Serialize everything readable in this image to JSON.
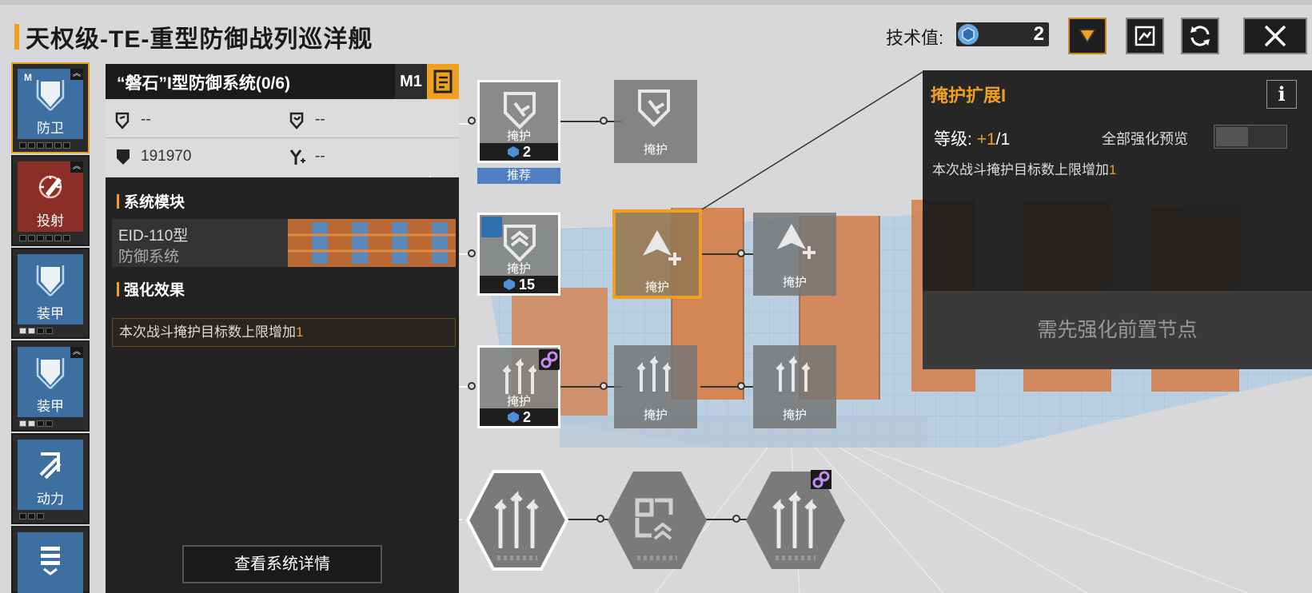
{
  "header": {
    "title": "天权级-TE-重型防御战列巡洋舰",
    "tech_label": "技术值:",
    "tech_value": "2"
  },
  "nav": [
    {
      "label": "防卫",
      "tag": "M",
      "pips_on": 0,
      "pips_total": 6,
      "active": true,
      "color": "#3d6fa0"
    },
    {
      "label": "投射",
      "pips_on": 0,
      "pips_total": 6,
      "color": "#8a2f28"
    },
    {
      "label": "装甲",
      "pips_on": 2,
      "pips_total": 4,
      "color": "#3d6fa0"
    },
    {
      "label": "装甲",
      "pips_on": 2,
      "pips_total": 4,
      "color": "#3d6fa0"
    },
    {
      "label": "动力",
      "pips_on": 0,
      "pips_total": 3,
      "color": "#3d6fa0"
    }
  ],
  "system": {
    "name": "“磐石”I型防御系统(0/6)",
    "mark": "M1",
    "stats": {
      "a": "--",
      "b": "--",
      "hp": "191970",
      "d": "--"
    },
    "module_title": "系统模块",
    "module_line1": "EID-110型",
    "module_line2": "防御系统",
    "effect_title": "强化效果",
    "effect_text": "本次战斗掩护目标数上限增加",
    "effect_value": "1",
    "details_button": "查看系统详情"
  },
  "tree": {
    "recommend_label": "推荐",
    "nodes": [
      {
        "name": "掩护",
        "cost": "2"
      },
      {
        "name": "掩护"
      },
      {
        "name": "掩护",
        "cost": "15"
      },
      {
        "name": "掩护"
      },
      {
        "name": "掩护"
      },
      {
        "name": "掩护",
        "cost": "2"
      },
      {
        "name": "掩护"
      },
      {
        "name": "掩护"
      }
    ]
  },
  "popup": {
    "title": "掩护扩展I",
    "info": "i",
    "level_label": "等级:",
    "level_value": "+1",
    "level_max": "/1",
    "preview_label": "全部强化预览",
    "desc": "本次战斗掩护目标数上限增加",
    "desc_value": "1",
    "requirement": "需先强化前置节点"
  },
  "colors": {
    "accent": "#f0a020",
    "recommend": "#4f7fc0",
    "nav_blue": "#3d6fa0",
    "nav_red": "#8a2f28"
  }
}
